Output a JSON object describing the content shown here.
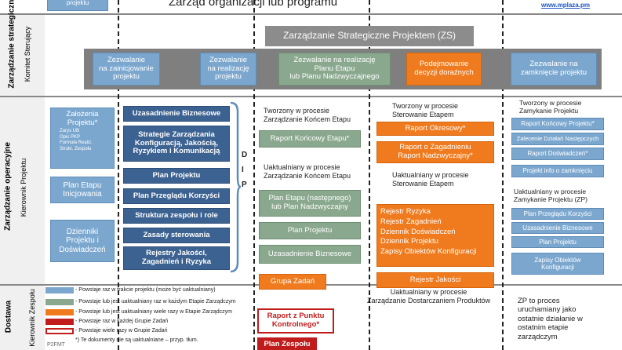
{
  "header": {
    "title": "Zarząd organizacji lub programu",
    "top_left_box": "projektu",
    "url": "www.mplaza.pm"
  },
  "rows": {
    "strategic": {
      "title": "Zarządzanie strategiczne",
      "subtitle": "Komitet Sterujący"
    },
    "operational": {
      "title": "Zarządzanie operacyjne",
      "subtitle": "Kierownik Projektu"
    },
    "delivery": {
      "title": "Dostawa",
      "subtitle": "Kierownik Zespołu"
    }
  },
  "strategic": {
    "zs_bar": "Zarządzanie Strategiczne Projektem (ZS)",
    "boxes": [
      "Zezwalanie\nna zainicjowanie\nprojektu",
      "Zezwalanie\nna realizację\nprojektu",
      "Zezwalanie na realizację\nPlanu Etapu\nlub Planu Nadzwyczajnego",
      "Podejmowanie\ndecyzji doraźnych",
      "Zezwalanie na\nzamknięcie projektu"
    ]
  },
  "col1": {
    "zalozenia_title": "Założenia\nProjektu*",
    "zalozenia_items": [
      "Zarys UB",
      "Opis PKP",
      "Formuła Realiz.",
      "Strukt. Zespołu"
    ],
    "plan_etapu_inicjowania": "Plan Etapu\nInicjowania",
    "dzienniki": "Dzienniki\nProjektu i\nDoświadczeń"
  },
  "dip": {
    "label": "D\nI\nP",
    "items": [
      "Uzasadnienie Biznesowe",
      "Strategie Zarządzania\nKonfiguracją, Jakością,\nRyzykiem i Komunikacją",
      "Plan Projektu",
      "Plan Przeglądu Korzyści",
      "Struktura zespołu i role",
      "Zasady sterowania",
      "Rejestry Jakości,\nZagadnień i Ryzyka"
    ]
  },
  "col3": {
    "created_text": "Tworzony w procesie\nZarządzanie Końcem Etapu",
    "raport_koncowy_etapu": "Raport Końcowy Etapu*",
    "updated_text": "Uaktualniany w procesie\nZarządzanie Końcem Etapu",
    "plan_etapu": "Plan Etapu (następnego)\nlub Plan Nadzwyczajny",
    "plan_projektu": "Plan Projektu",
    "uzasadnienie": "Uzasadnienie Biznesowe",
    "grupa_zadan": "Grupa Zadań"
  },
  "col4": {
    "created_text": "Tworzony w procesie\nSterowanie Etapem",
    "raport_okresowy": "Raport Okresowy*",
    "raport_o_zagadnieniu": "Raport o Zagadnieniu\nRaport Nadzwyczajny*",
    "updated_text": "Uaktualniany w procesie\nSterowanie Etapem",
    "registers": [
      "Rejestr Ryzyka",
      "Rejestr Zagadnień",
      "Dziennik Doświadczeń",
      "Dziennik Projektu",
      "Zapisy Obiektów Konfiguracji"
    ],
    "rejestr_jakosci": "Rejestr Jakości",
    "dostarczanie_text": "Uaktualniany w procesie\nZarządzanie Dostarczaniem Produktów"
  },
  "col5": {
    "created_text": "Tworzony w procesie\nZamykanie Projektu",
    "items_created": [
      "Raport Końcowy Projektu*",
      "Zalecenie Działań Następczych",
      "Raport Doświadczeń*",
      "Projekt info o zamknięciu"
    ],
    "updated_text": "Uaktualniany w procesie\nZamykanie Projektu (ZP)",
    "items_updated": [
      "Plan Przeglądu Korzyści",
      "Uzasadnienie Biznesowe",
      "Plan Projektu",
      "Zapisy Obiektów\nKonfiguracji"
    ],
    "zp_note": "ZP to proces\nuruchamiany jako\nostatnie działanie w\nostatnim etapie\nzarządczym"
  },
  "legend": {
    "items": [
      "- Powstaje raz w trakcie projektu (może być uaktualniany)",
      "- Powstaje lub jest uaktualniany raz w każdym Etapie Zarządczym",
      "- Powstaje lub jest uaktualniany wiele razy w Etapie Zarządczym",
      "- Powstaje raz w każdej Grupie Zadań",
      "- Powstaje wiele razy w Grupie Zadań"
    ],
    "note": "*) Te dokumenty nie są uaktualniane – przyp. tłum.",
    "code": "P2FMT"
  },
  "delivery": {
    "raport_z_punktu": "Raport z Punktu\nKontrolnego*",
    "plan_zespolu": "Plan Zespołu"
  },
  "colors": {
    "blue": "#7ba7cf",
    "navy": "#3c6291",
    "green": "#8aa88e",
    "orange": "#f07b1e",
    "red": "#c01c1c",
    "gray_band": "#7f7f7f"
  }
}
